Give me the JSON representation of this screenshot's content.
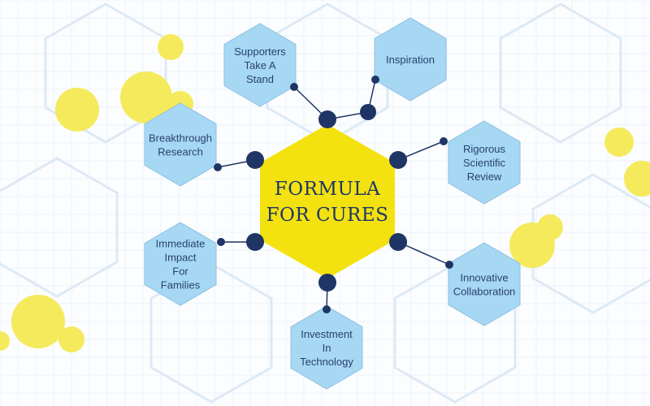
{
  "title": [
    "FORMULA",
    "FOR CURES"
  ],
  "colors": {
    "center": "#f3e20f",
    "node_fill": "#a6d8f3",
    "connector": "#1f3566",
    "accent_circle": "#f5ea5c"
  },
  "nodes": [
    {
      "id": "supporters",
      "lines": [
        "Supporters",
        "Take A",
        "Stand"
      ]
    },
    {
      "id": "inspiration",
      "lines": [
        "Inspiration"
      ]
    },
    {
      "id": "breakthrough",
      "lines": [
        "Breakthrough",
        "Research"
      ]
    },
    {
      "id": "rigorous",
      "lines": [
        "Rigorous",
        "Scientific",
        "Review"
      ]
    },
    {
      "id": "immediate",
      "lines": [
        "Immediate",
        "Impact",
        "For",
        "Families"
      ]
    },
    {
      "id": "innovative",
      "lines": [
        "Innovative",
        "Collaboration"
      ]
    },
    {
      "id": "investment",
      "lines": [
        "Investment",
        "In",
        "Technology"
      ]
    }
  ]
}
